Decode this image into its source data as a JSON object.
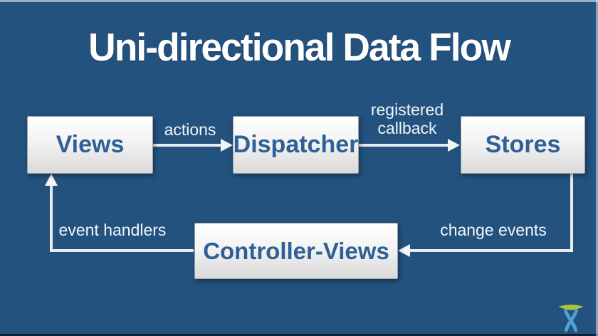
{
  "title": "Uni-directional Data Flow",
  "diagram": {
    "nodes": [
      {
        "id": "views",
        "label": "Views"
      },
      {
        "id": "dispatcher",
        "label": "Dispatcher"
      },
      {
        "id": "stores",
        "label": "Stores"
      },
      {
        "id": "controller-views",
        "label": "Controller-Views"
      }
    ],
    "edges": [
      {
        "from": "views",
        "to": "dispatcher",
        "label": "actions"
      },
      {
        "from": "dispatcher",
        "to": "stores",
        "label": "registered callback"
      },
      {
        "from": "stores",
        "to": "controller-views",
        "label": "change events"
      },
      {
        "from": "controller-views",
        "to": "views",
        "label": "event handlers"
      }
    ]
  },
  "logo": {
    "name": "atlassian-logo"
  },
  "colors": {
    "background": "#23527f",
    "node_text": "#2e6096",
    "node_fill_top": "#ffffff",
    "node_fill_bottom": "#d9d9d9",
    "arrow": "#e9ecef",
    "label_text": "#f2f5f8",
    "title_text": "#ffffff",
    "logo_green": "#a8c63c",
    "logo_blue": "#4f9fd9"
  }
}
